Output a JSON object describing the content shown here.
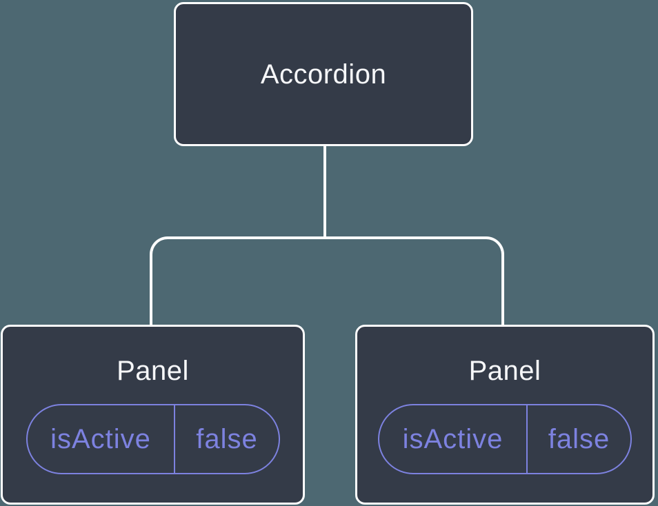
{
  "diagram": {
    "type": "component-tree",
    "colors": {
      "background": "#4D6872",
      "node_fill": "#343B48",
      "node_border": "#FFFFFF",
      "connector": "#FFFFFF",
      "node_text": "#F6F7F9",
      "state_accent": "#7D82E0"
    },
    "root": {
      "label": "Accordion"
    },
    "children": [
      {
        "label": "Panel",
        "state": {
          "key": "isActive",
          "value": "false"
        }
      },
      {
        "label": "Panel",
        "state": {
          "key": "isActive",
          "value": "false"
        }
      }
    ]
  }
}
